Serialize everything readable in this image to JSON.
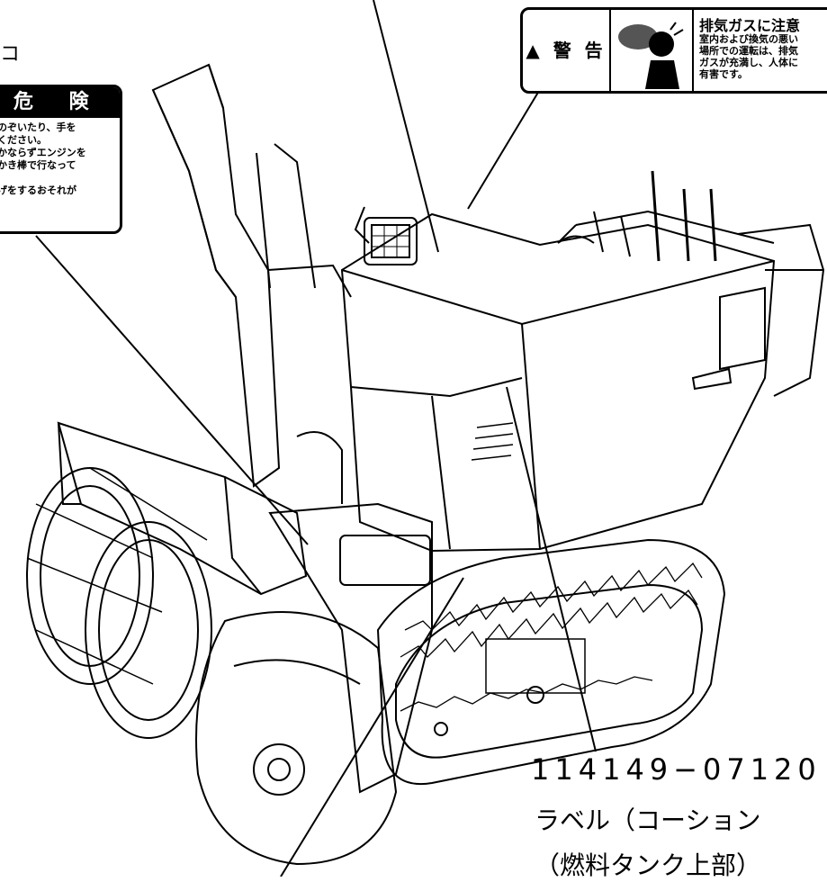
{
  "top_left_fragment": "コ",
  "danger_label": {
    "heading": "危 険",
    "lines": [
      "のぞいたり、手を",
      "ください。",
      "かならずエンジンを",
      "かき棒で行なって",
      "",
      "げをするおそれが"
    ]
  },
  "warning_label": {
    "sign": "警 告",
    "title": "排気ガスに注意",
    "lines": [
      "室内および換気の悪い",
      "場所での運転は、排気",
      "ガスが充満し、人体に",
      "有害です。"
    ]
  },
  "callout": {
    "part_number": "114149−07120",
    "label_name": "ラベル（コーション",
    "label_location": "（燃料タンク上部）"
  }
}
